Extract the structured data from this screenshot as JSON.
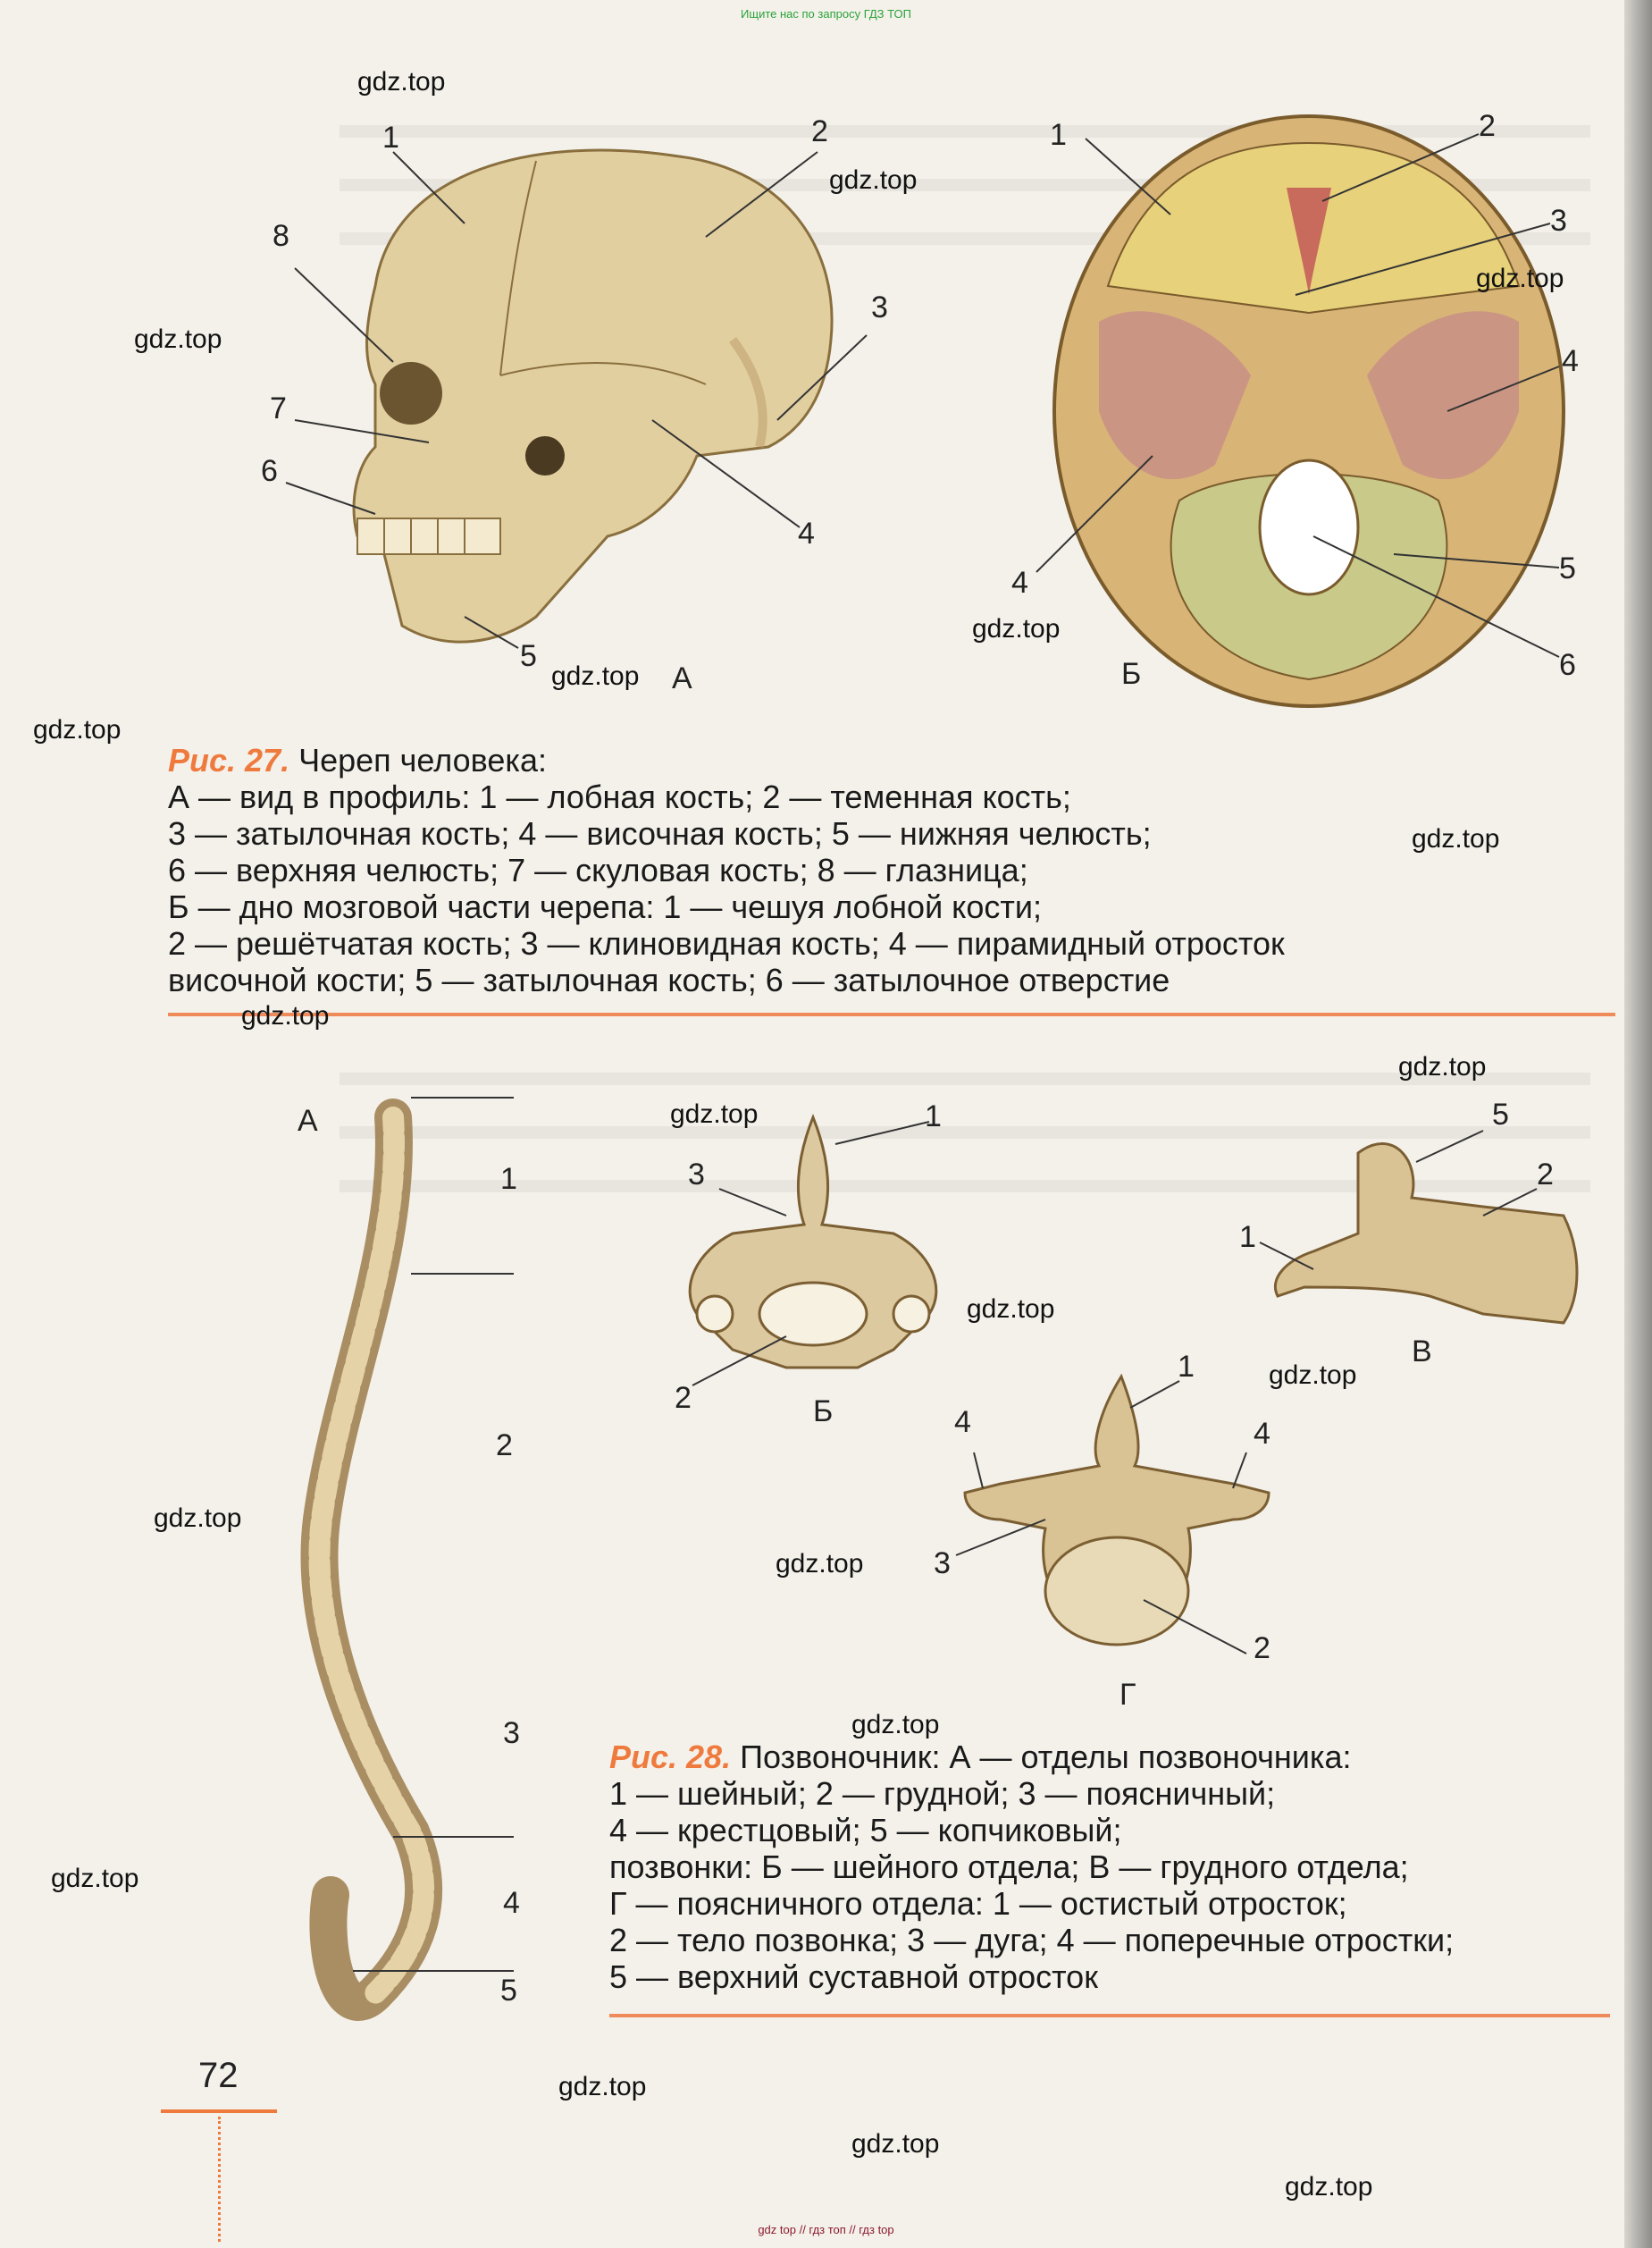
{
  "banner_top": "Ищите нас по запросу ГДЗ ТОП",
  "banner_bottom": "gdz top  //  гдз топ  //  гдз top",
  "watermark": "gdz.top",
  "page_number": "72",
  "fig27": {
    "view_a_label": "А",
    "view_b_label": "Б",
    "labels_a": [
      "1",
      "2",
      "3",
      "4",
      "5",
      "6",
      "7",
      "8"
    ],
    "labels_b": [
      "1",
      "2",
      "3",
      "4",
      "4",
      "5",
      "6"
    ],
    "caption_title": "Рис. 27.",
    "caption_lines": [
      "Череп человека:",
      "А — вид в профиль: 1 — лобная кость; 2 — теменная кость;",
      "3 — затылочная кость; 4 — височная кость; 5 — нижняя челюсть;",
      "6 — верхняя челюсть; 7 — скуловая кость; 8 — глазница;",
      "Б — дно мозговой части черепа: 1 — чешуя лобной кости;",
      "2 — решётчатая кость; 3 — клиновидная кость; 4 — пирамидный отросток",
      "височной кости; 5 — затылочная кость; 6 — затылочное отверстие"
    ]
  },
  "fig28": {
    "view_labels": [
      "А",
      "Б",
      "В",
      "Г"
    ],
    "spine_labels": [
      "1",
      "2",
      "3",
      "4",
      "5"
    ],
    "b_labels": [
      "1",
      "2",
      "3"
    ],
    "v_labels": [
      "1",
      "2",
      "5"
    ],
    "g_labels": [
      "1",
      "2",
      "3",
      "4",
      "4"
    ],
    "caption_title": "Рис. 28.",
    "caption_lines": [
      "Позвоночник: А — отделы позвоночника:",
      "1 — шейный; 2 — грудной; 3 — поясничный;",
      "4 — крестцовый; 5 — копчиковый;",
      "позвонки: Б — шейного отдела; В — грудного отдела;",
      "Г — поясничного отдела: 1 — остистый отросток;",
      "2 — тело позвонка; 3 — дуга; 4 — поперечные отростки;",
      "5 — верхний суставной отросток"
    ]
  },
  "colors": {
    "accent": "#ef7a3e",
    "bone": "#e2cfa0",
    "bone_shade": "#b79a63",
    "watermark_green": "#2aa33a"
  }
}
